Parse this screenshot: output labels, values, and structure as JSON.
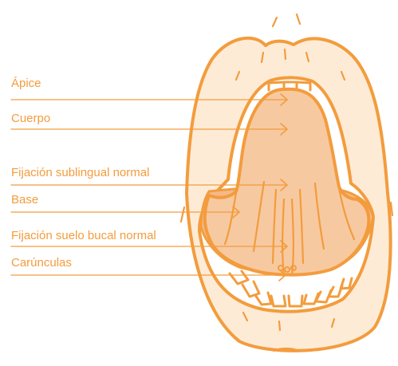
{
  "colors": {
    "outline": "#F39C3D",
    "label_text": "#F39C3D",
    "lip_fill": "#FDEBD6",
    "mouth_fill": "#FFFFFF",
    "tongue_fill": "#F7C9A0",
    "floor_fill": "#F4B98A"
  },
  "labels": [
    {
      "id": "apice",
      "text": "Ápice"
    },
    {
      "id": "cuerpo",
      "text": "Cuerpo"
    },
    {
      "id": "fijacion-sublingual",
      "text": "Fijación sublingual normal"
    },
    {
      "id": "base",
      "text": "Base"
    },
    {
      "id": "fijacion-suelo",
      "text": "Fijación suelo bucal normal"
    },
    {
      "id": "caruncula",
      "text": "Carúnculas"
    }
  ]
}
